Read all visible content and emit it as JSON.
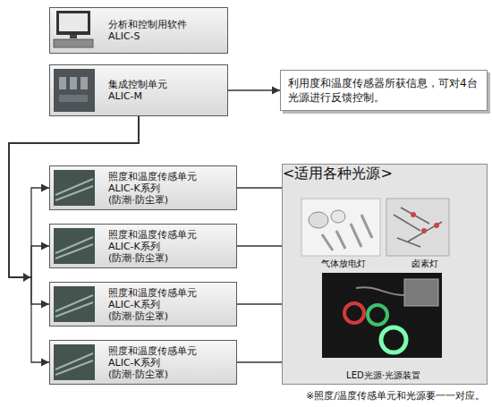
{
  "diagram": {
    "nodes": [
      {
        "text": [
          "分析和控制用软件",
          "ALIC-S"
        ]
      },
      {
        "text": [
          "集成控制单元",
          "ALIC-M"
        ]
      },
      {
        "text": [
          "利用度和温度传感器所获信息，可对4台光源进行反馈控制。"
        ]
      },
      {
        "text": [
          "照度和温度传感单元",
          "ALIC-K系列",
          "(防潮·防尘罩)"
        ]
      },
      {
        "text": [
          "照度和温度传感单元",
          "ALIC-K系列",
          "(防潮·防尘罩)"
        ]
      },
      {
        "text": [
          "照度和温度传感单元",
          "ALIC-K系列",
          "(防潮·防尘罩)"
        ]
      },
      {
        "text": [
          "照度和温度传感单元",
          "ALIC-K系列",
          "(防潮·防尘罩)"
        ]
      },
      {
        "text": [
          "<适用各种光源>"
        ]
      },
      {
        "text": [
          "气体放电灯"
        ],
        "in": 7
      },
      {
        "text": [
          "卤素灯"
        ],
        "in": 7
      },
      {
        "text": [
          "LED光源·光源装置"
        ],
        "in": 7
      }
    ],
    "edges": [
      {
        "from": 1,
        "to": 2,
        "arrow": "to"
      },
      {
        "from": 1,
        "to": 3,
        "arrow": "to"
      },
      {
        "from": 1,
        "to": 4,
        "arrow": "to"
      },
      {
        "from": 1,
        "to": 5,
        "arrow": "to"
      },
      {
        "from": 1,
        "to": 6,
        "arrow": "to"
      },
      {
        "from": 3,
        "to": 7,
        "arrow": "none"
      },
      {
        "from": 4,
        "to": 7,
        "arrow": "none"
      },
      {
        "from": 5,
        "to": 7,
        "arrow": "none"
      },
      {
        "from": 6,
        "to": 7,
        "arrow": "none"
      }
    ],
    "labels": [
      "※照度/温度传感单元和光源要一一对应。"
    ]
  }
}
